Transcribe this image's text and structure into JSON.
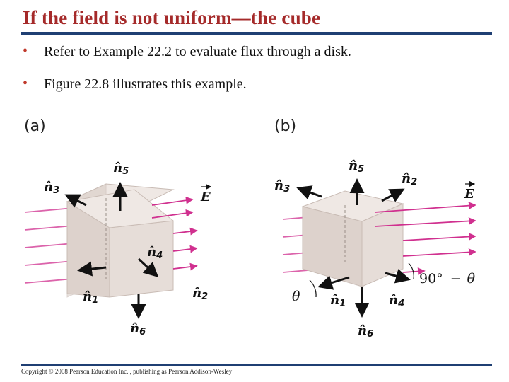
{
  "title": "If the field is not uniform—the cube",
  "bullets": [
    "Refer to Example 22.2 to evaluate flux through a disk.",
    "Figure 22.8 illustrates this example."
  ],
  "bullet_symbol": "•",
  "figure": {
    "panel_a": {
      "label": "(a)",
      "field_symbol": "E",
      "normals": [
        {
          "sym": "n",
          "sub": "1"
        },
        {
          "sym": "n",
          "sub": "2"
        },
        {
          "sym": "n",
          "sub": "3"
        },
        {
          "sym": "n",
          "sub": "4"
        },
        {
          "sym": "n",
          "sub": "5"
        },
        {
          "sym": "n",
          "sub": "6"
        }
      ]
    },
    "panel_b": {
      "label": "(b)",
      "field_symbol": "E",
      "normals": [
        {
          "sym": "n",
          "sub": "1"
        },
        {
          "sym": "n",
          "sub": "2"
        },
        {
          "sym": "n",
          "sub": "3"
        },
        {
          "sym": "n",
          "sub": "4"
        },
        {
          "sym": "n",
          "sub": "5"
        },
        {
          "sym": "n",
          "sub": "6"
        }
      ],
      "angle_theta": "θ",
      "angle_complement_value": "90°",
      "angle_complement_op": "−",
      "angle_complement_var": "θ"
    },
    "colors": {
      "field_line": "#d0308f",
      "cube_face_front": "#e6ddd8",
      "cube_face_top": "#efe8e4",
      "cube_face_side": "#d8ccc6",
      "arrow": "#111111"
    },
    "icons": {
      "vector_hat": "hat-accent",
      "vector_arrow": "arrow-accent"
    }
  },
  "copyright": "Copyright © 2008 Pearson Education Inc. , publishing as Pearson Addison-Wesley"
}
